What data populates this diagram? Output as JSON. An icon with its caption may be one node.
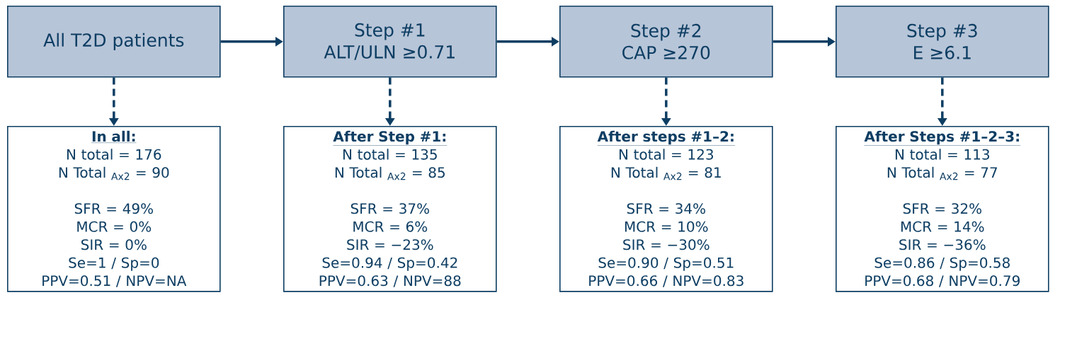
{
  "diagram": {
    "nodes": [
      {
        "text": [
          "All T2D patients"
        ]
      },
      {
        "text": [
          "Step #1",
          "ALT/ULN ≥0.71"
        ]
      },
      {
        "text": [
          "Step #2",
          "CAP ≥270"
        ]
      },
      {
        "text": [
          "Step #3",
          "E ≥6.1"
        ]
      },
      {
        "text": [
          "In all:",
          "N total = 176",
          "N Total $_{Ax2}$ = 90",
          "SFR = 49%",
          "MCR = 0%",
          "SIR = 0%",
          "Se=1 / Sp=0",
          "PPV=0.51 / NPV=NA"
        ]
      },
      {
        "text": [
          "After Step #1:",
          "N total = 135",
          "N Total $_{Ax2}$ = 85",
          "SFR = 37%",
          "MCR = 6%",
          "SIR = −23%",
          "Se=0.94 / Sp=0.42",
          "PPV=0.63 / NPV=88"
        ]
      },
      {
        "text": [
          "After steps #1–2:",
          "N total = 123",
          "N Total $_{Ax2}$ = 81",
          "SFR = 34%",
          "MCR = 10%",
          "SIR = −30%",
          "Se=0.90 / Sp=0.51",
          "PPV=0.66 / NPV=0.83"
        ]
      },
      {
        "text": [
          "After Steps #1–2–3:",
          "N total = 113",
          "N Total $_{Ax2}$ = 77",
          "SFR = 32%",
          "MCR = 14%",
          "SIR = −36%",
          "Se=0.86 / Sp=0.58",
          "PPV=0.68 / NPV=0.79"
        ]
      }
    ],
    "edges": [
      {
        "from": 0,
        "to": 1,
        "arrow": "to"
      },
      {
        "from": 1,
        "to": 2,
        "arrow": "to"
      },
      {
        "from": 2,
        "to": 3,
        "arrow": "to"
      },
      {
        "from": 0,
        "to": 4,
        "arrow": "to",
        "style": "dashed"
      },
      {
        "from": 1,
        "to": 5,
        "arrow": "to",
        "style": "dashed"
      },
      {
        "from": 2,
        "to": 6,
        "arrow": "to",
        "style": "dashed"
      },
      {
        "from": 3,
        "to": 7,
        "arrow": "to",
        "style": "dashed"
      }
    ]
  }
}
